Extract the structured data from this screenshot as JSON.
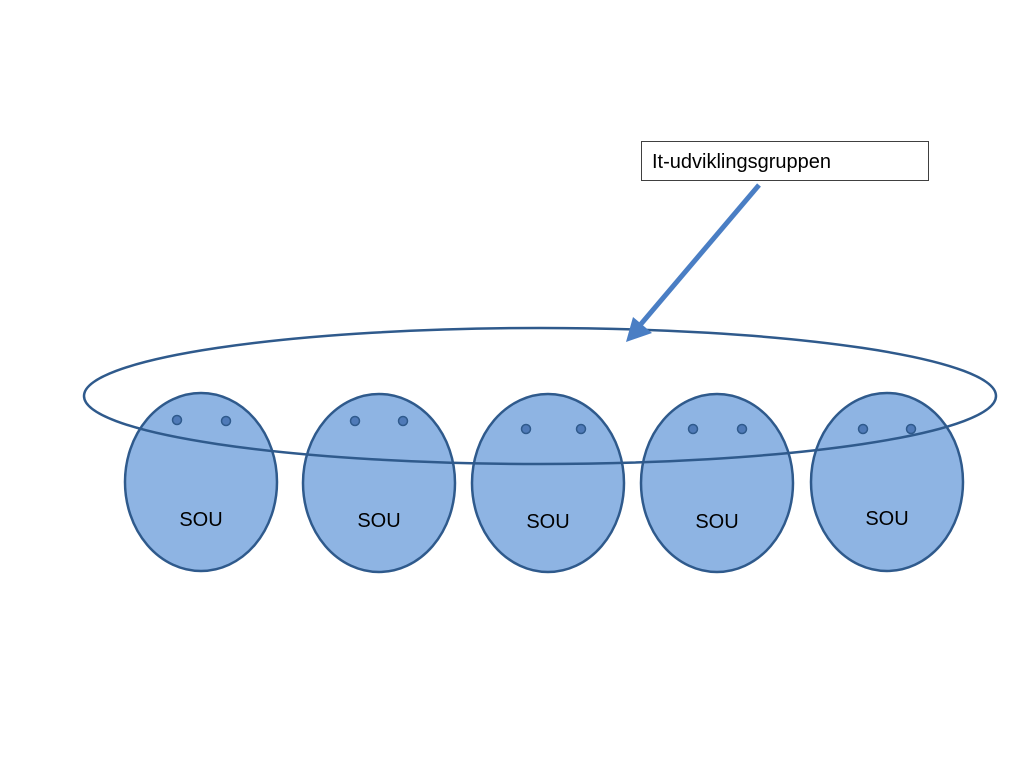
{
  "callout": {
    "label": "It-udviklingsgruppen"
  },
  "figures": [
    {
      "label": "SOU"
    },
    {
      "label": "SOU"
    },
    {
      "label": "SOU"
    },
    {
      "label": "SOU"
    },
    {
      "label": "SOU"
    }
  ],
  "colors": {
    "figure_fill": "#8eb4e3",
    "figure_stroke": "#2f5a8c",
    "eye": "#4f7ab8",
    "arrow": "#4a7ec4",
    "group_ellipse": "#2f5a8c"
  }
}
